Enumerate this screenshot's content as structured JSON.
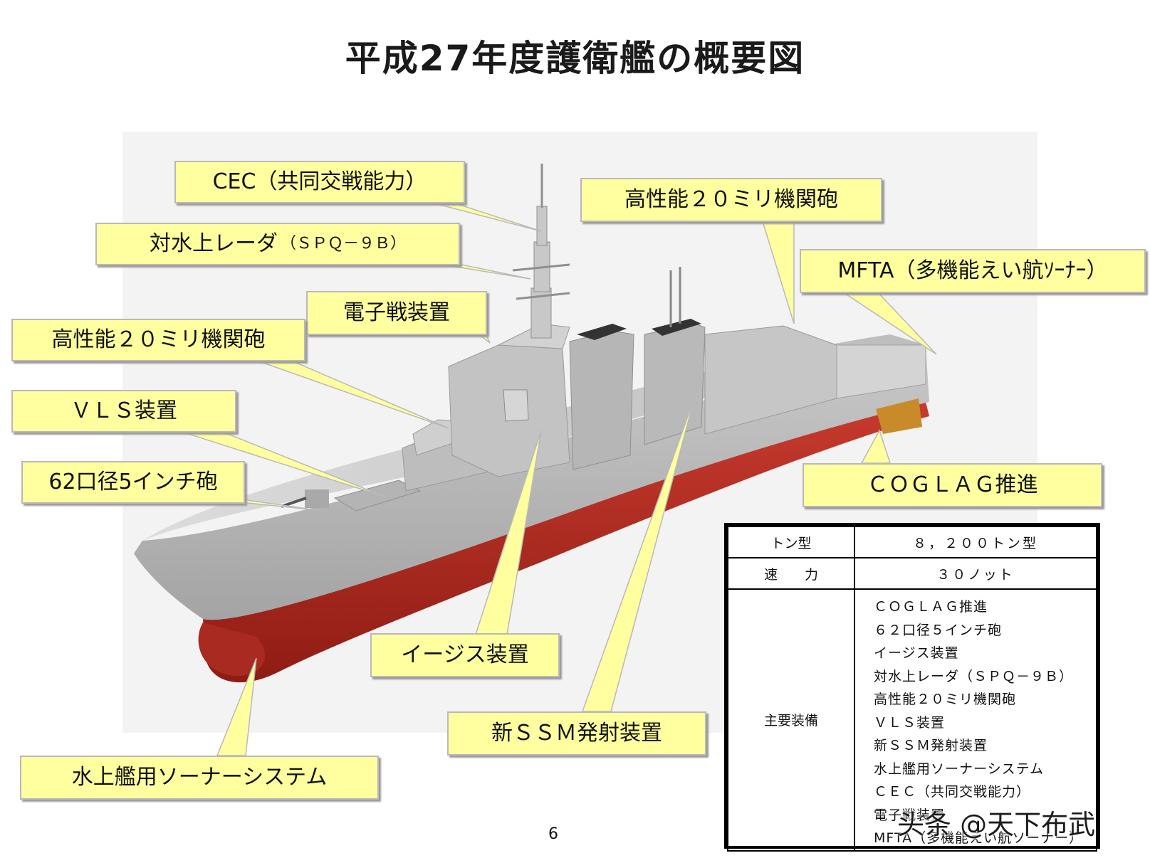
{
  "title": "平成27年度護衛艦の概要図",
  "callouts": {
    "cec": "CEC（共同交戦能力）",
    "radar_main": "対水上レーダ",
    "radar_sub": "（ＳＰＱ－９Ｂ）",
    "ew": "電子戦装置",
    "ciws_fwd": "高性能２０ミリ機関砲",
    "vls": "ＶＬＳ装置",
    "gun": "62口径5インチ砲",
    "ciws_aft": "高性能２０ミリ機関砲",
    "mfta": "MFTA（多機能えい航ｿｰﾅｰ）",
    "coglag": "ＣＯＧＬＡＧ推進",
    "aegis": "イージス装置",
    "ssm": "新ＳＳＭ発射装置",
    "sonar": "水上艦用ソーナーシステム"
  },
  "spec_table": {
    "rows": [
      {
        "label": "トン型",
        "value": "８，２００トン型"
      },
      {
        "label": "速　　力",
        "value": "３０ノット"
      }
    ],
    "equipment_label": "主要装備",
    "equipment": [
      "ＣＯＧＬＡＧ推進",
      "６２口径５インチ砲",
      "イージス装置",
      "対水上レーダ（ＳＰＱ－９Ｂ）",
      "高性能２０ミリ機関砲",
      "ＶＬＳ装置",
      "新ＳＳＭ発射装置",
      "水上艦用ソーナーシステム",
      "ＣＥＣ（共同交戦能力）",
      "電子戦装置",
      "MFTA（多機能えい航ソーナー）"
    ]
  },
  "page_number": "6",
  "watermark": "头条 @天下布武",
  "colors": {
    "callout_fill": "#ffffa0",
    "hull_red": "#b3261e",
    "superstructure": "#b9b9b9"
  }
}
